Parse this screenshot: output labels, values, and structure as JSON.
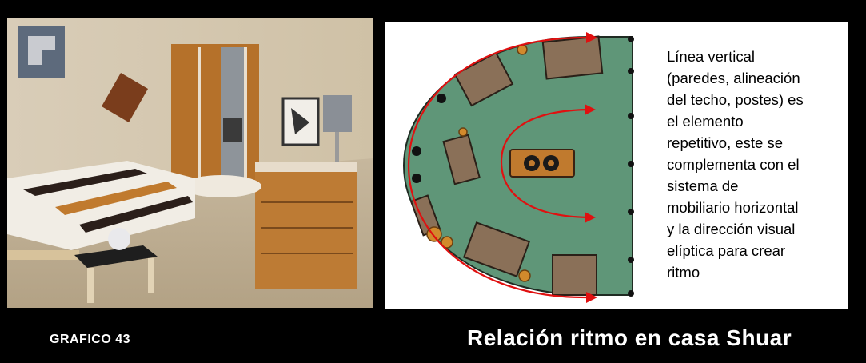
{
  "figure_label": "GRAFICO  43",
  "figure_title": "Relación ritmo en casa Shuar",
  "caption_lines": [
    "Línea vertical",
    "(paredes, alineación",
    "del techo, postes) es",
    "el elemento",
    "repetitivo, este se",
    "complementa con el",
    "sistema de",
    "mobiliario horizontal",
    "y la dirección visual",
    "elíptica para crear",
    "ritmo"
  ],
  "colors": {
    "background": "#000000",
    "plan_floor": "#5f9678",
    "rhythm_arrow": "#e01010",
    "wood": "#c07a2e"
  }
}
